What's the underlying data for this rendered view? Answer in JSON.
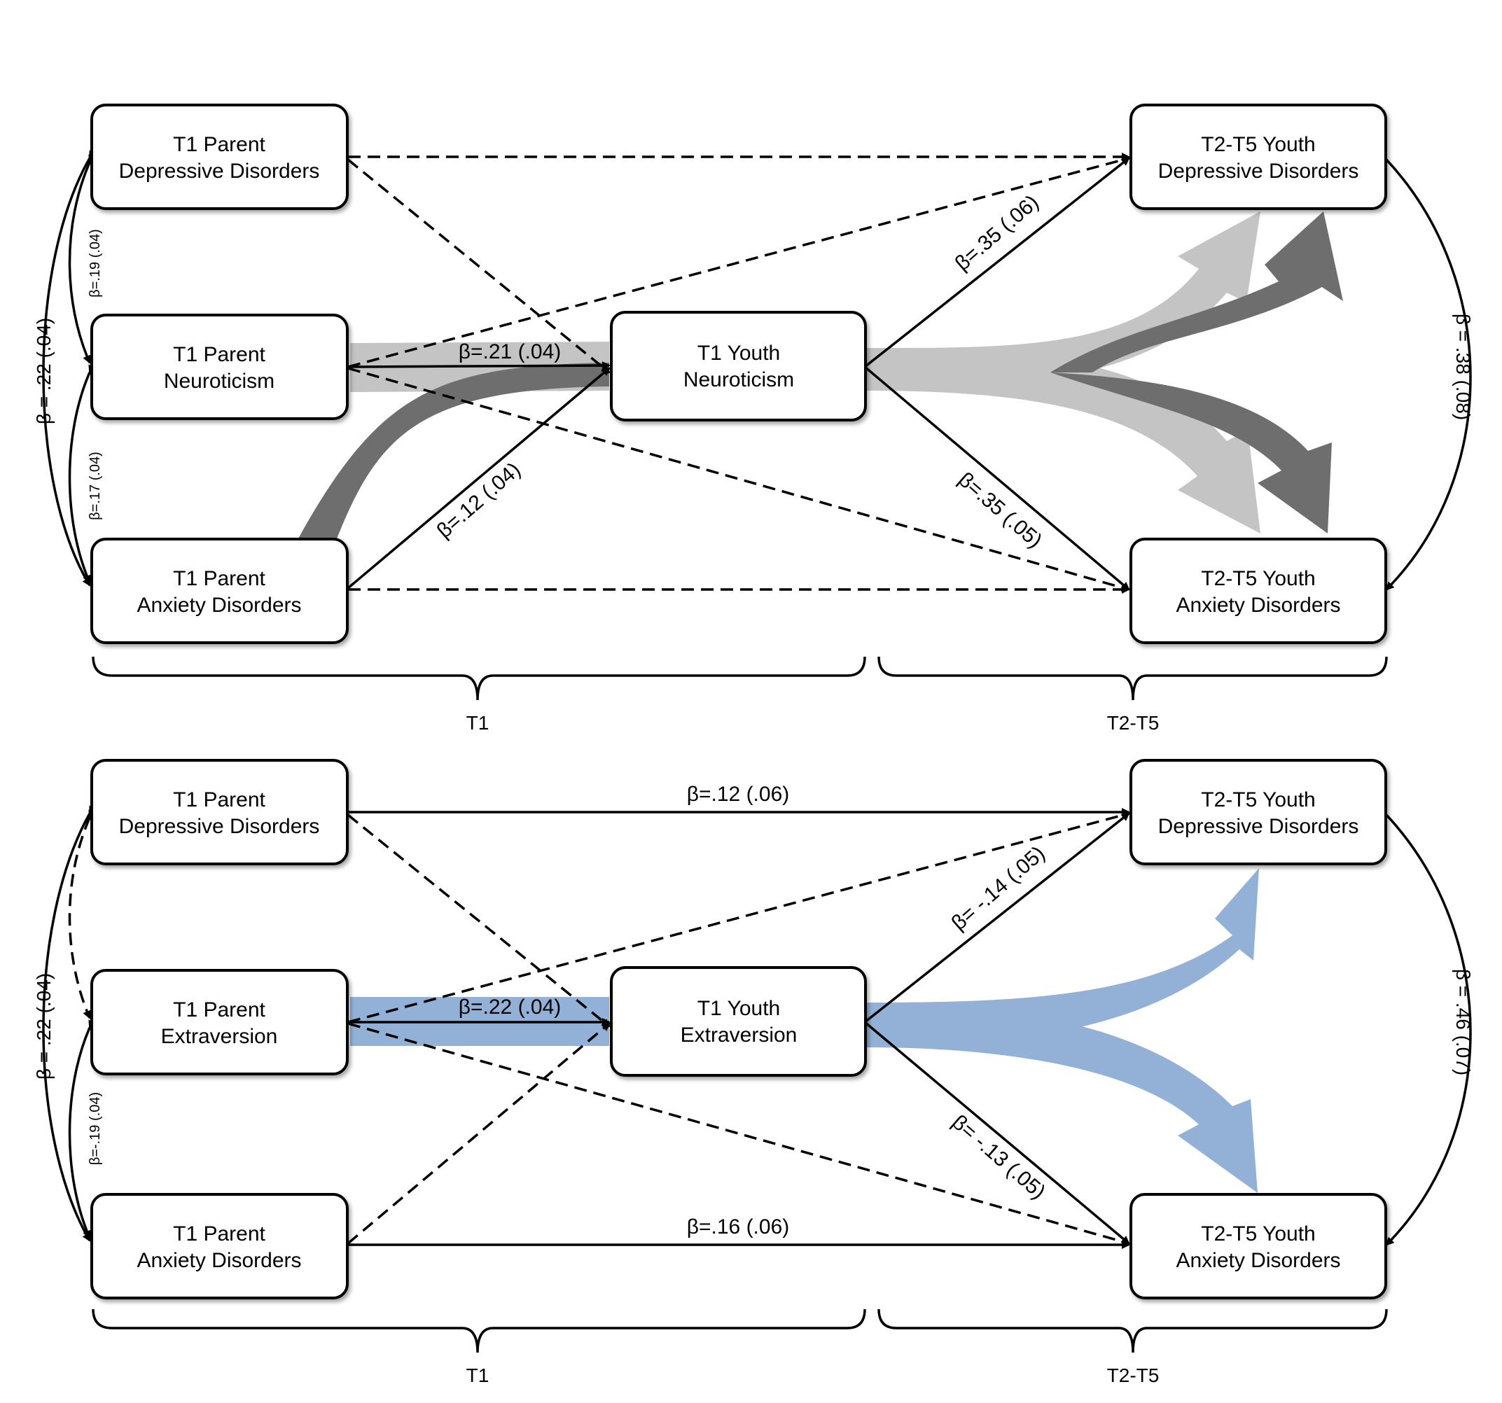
{
  "colors": {
    "light_gray": "#c4c4c4",
    "dark_gray": "#6e6e6e",
    "blue": "#93b1d6",
    "line": "#000000"
  },
  "panels": [
    {
      "nodes": {
        "parent_dep": [
          "T1 Parent",
          "Depressive Disorders"
        ],
        "parent_trait": [
          "T1 Parent",
          "Neuroticism"
        ],
        "parent_anx": [
          "T1 Parent",
          "Anxiety Disorders"
        ],
        "youth_trait": [
          "T1 Youth",
          "Neuroticism"
        ],
        "youth_dep": [
          "T2-T5 Youth",
          "Depressive Disorders"
        ],
        "youth_anx": [
          "T2-T5 Youth",
          "Anxiety Disorders"
        ]
      },
      "betas": {
        "left_outer": "β = .22 (.04)",
        "left_upper": "β=.19 (.04)",
        "left_lower": "β=.17 (.04)",
        "parent_to_youth": "β=.21 (.04)",
        "anx_to_youth": "β=.12 (.04)",
        "youth_to_dep": "β=.35 (.06)",
        "youth_to_anx": "β=.35 (.05)",
        "right_outer": "β = .38 (.08)"
      },
      "brace_labels": [
        "T1",
        "T2-T5"
      ]
    },
    {
      "nodes": {
        "parent_dep": [
          "T1 Parent",
          "Depressive Disorders"
        ],
        "parent_trait": [
          "T1 Parent",
          "Extraversion"
        ],
        "parent_anx": [
          "T1 Parent",
          "Anxiety Disorders"
        ],
        "youth_trait": [
          "T1 Youth",
          "Extraversion"
        ],
        "youth_dep": [
          "T2-T5 Youth",
          "Depressive Disorders"
        ],
        "youth_anx": [
          "T2-T5 Youth",
          "Anxiety Disorders"
        ]
      },
      "betas": {
        "left_outer": "β = .22 (.04)",
        "left_lower": "β=-.19 (.04)",
        "dep_to_dep": "β=.12 (.06)",
        "parent_to_youth": "β=.22 (.04)",
        "anx_to_anx": "β=.16 (.06)",
        "youth_to_dep": "β= -.14 (.05)",
        "youth_to_anx": "β= -.13 (.05)",
        "right_outer": "β = .46 (.07)"
      },
      "brace_labels": [
        "T1",
        "T2-T5"
      ]
    }
  ]
}
